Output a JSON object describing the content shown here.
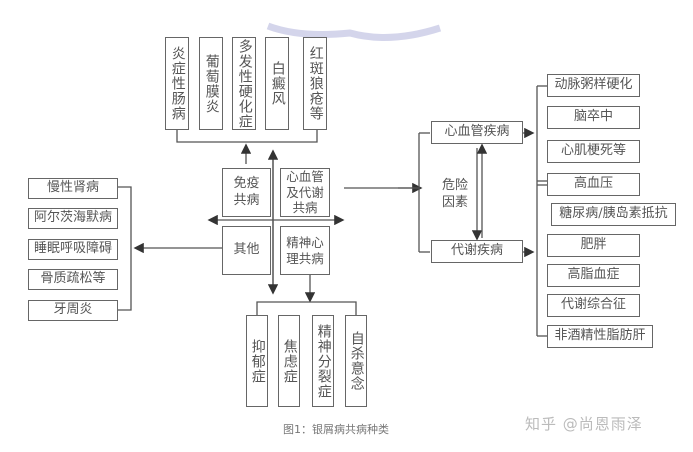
{
  "center": {
    "immune": "免疫共病",
    "cardio_metabolic": "心血管及代谢共病",
    "other": "其他",
    "mental": "精神心理共病"
  },
  "immune_diseases": [
    "炎症性肠病",
    "葡萄膜炎",
    "多发性硬化症",
    "白癜风",
    "红斑狼疮等"
  ],
  "other_diseases": [
    "慢性肾病",
    "阿尔茨海默病",
    "睡眠呼吸障碍",
    "骨质疏松等",
    "牙周炎"
  ],
  "mental_diseases": [
    "抑郁症",
    "焦虑症",
    "精神分裂症",
    "自杀意念"
  ],
  "cardio": {
    "cardiovascular_label": "心血管疾病",
    "metabolic_label": "代谢疾病",
    "risk_label": "危险因素",
    "cardiovascular_items": [
      "动脉粥样硬化",
      "脑卒中",
      "心肌梗死等"
    ],
    "shared_items": [
      "高血压"
    ],
    "metabolic_items": [
      "糖尿病/胰岛素抵抗",
      "肥胖",
      "高脂血症",
      "代谢综合征",
      "非酒精性脂肪肝"
    ]
  },
  "caption": "图1：银屑病共病种类",
  "watermark": "知乎 @尚恩雨泽",
  "colors": {
    "line": "#555555",
    "decor_curve": "#c9cbe6"
  }
}
